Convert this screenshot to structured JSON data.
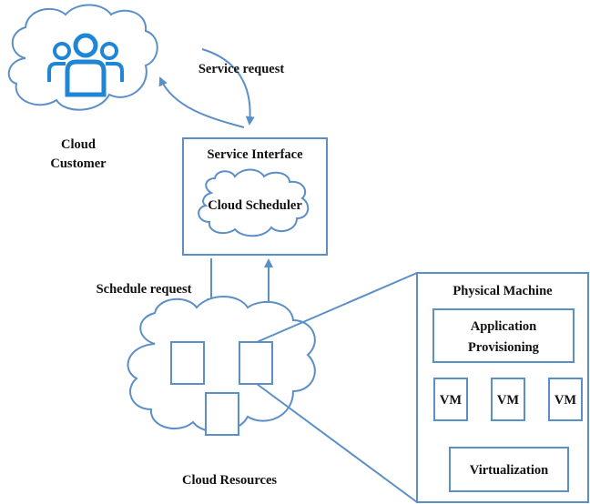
{
  "colors": {
    "stroke": "#5b8fc7",
    "icon": "#1f86d6",
    "text": "#111111",
    "background": "#ffffff"
  },
  "labels": {
    "cloud_customer_line1": "Cloud",
    "cloud_customer_line2": "Customer",
    "service_request": "Service request",
    "service_interface": "Service Interface",
    "cloud_scheduler": "Cloud Scheduler",
    "schedule_request": "Schedule request",
    "cloud_resources": "Cloud Resources",
    "physical_machine": "Physical Machine",
    "application_line1": "Application",
    "application_line2": "Provisioning",
    "vm": [
      "VM",
      "VM",
      "VM"
    ],
    "virtualization": "Virtualization"
  },
  "icons": {
    "customer": "users-group-icon"
  }
}
